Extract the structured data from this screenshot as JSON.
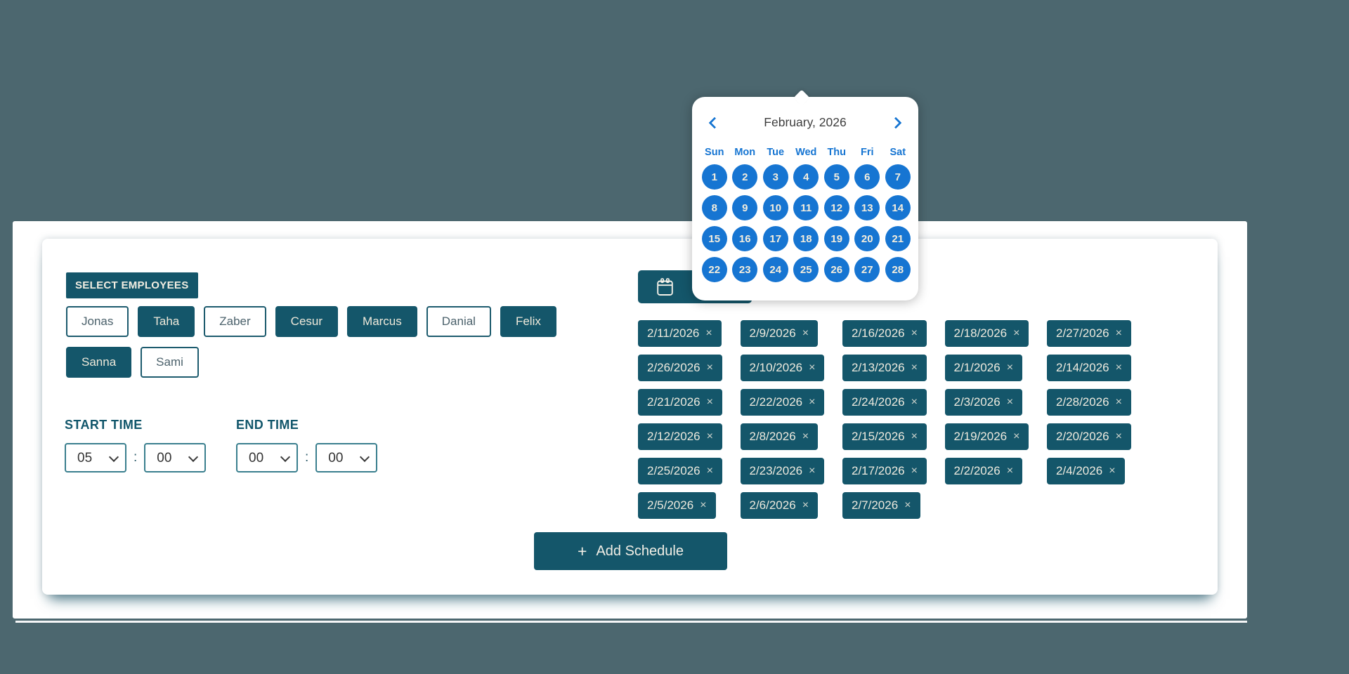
{
  "colors": {
    "teal": "#14566a",
    "blue": "#1675d2",
    "background": "#4c676f",
    "cream": "#eeeade"
  },
  "employees_section": {
    "title": "SELECT EMPLOYEES",
    "items": [
      {
        "label": "Jonas",
        "selected": false
      },
      {
        "label": "Taha",
        "selected": true
      },
      {
        "label": "Zaber",
        "selected": false
      },
      {
        "label": "Cesur",
        "selected": true
      },
      {
        "label": "Marcus",
        "selected": true
      },
      {
        "label": "Danial",
        "selected": false
      },
      {
        "label": "Felix",
        "selected": true
      },
      {
        "label": "Sanna",
        "selected": true
      },
      {
        "label": "Sami",
        "selected": false
      }
    ]
  },
  "time_section": {
    "start_label": "START TIME",
    "end_label": "END TIME",
    "separator": ":",
    "start": {
      "hour": "05",
      "minute": "00"
    },
    "end": {
      "hour": "00",
      "minute": "00"
    }
  },
  "date_picker": {
    "toggle_icon": "calendar-icon",
    "prev_icon": "chevron-left-icon",
    "next_icon": "chevron-right-icon",
    "month_label": "February, 2026",
    "weekdays": [
      "Sun",
      "Mon",
      "Tue",
      "Wed",
      "Thu",
      "Fri",
      "Sat"
    ],
    "days": [
      "1",
      "2",
      "3",
      "4",
      "5",
      "6",
      "7",
      "8",
      "9",
      "10",
      "11",
      "12",
      "13",
      "14",
      "15",
      "16",
      "17",
      "18",
      "19",
      "20",
      "21",
      "22",
      "23",
      "24",
      "25",
      "26",
      "27",
      "28"
    ]
  },
  "selected_dates": {
    "remove_glyph": "×",
    "items": [
      "2/11/2026",
      "2/9/2026",
      "2/16/2026",
      "2/18/2026",
      "2/27/2026",
      "2/26/2026",
      "2/10/2026",
      "2/13/2026",
      "2/1/2026",
      "2/14/2026",
      "2/21/2026",
      "2/22/2026",
      "2/24/2026",
      "2/3/2026",
      "2/28/2026",
      "2/12/2026",
      "2/8/2026",
      "2/15/2026",
      "2/19/2026",
      "2/20/2026",
      "2/25/2026",
      "2/23/2026",
      "2/17/2026",
      "2/2/2026",
      "2/4/2026",
      "2/5/2026",
      "2/6/2026",
      "2/7/2026"
    ]
  },
  "actions": {
    "add_schedule": {
      "plus_glyph": "+",
      "label": "Add Schedule"
    }
  }
}
